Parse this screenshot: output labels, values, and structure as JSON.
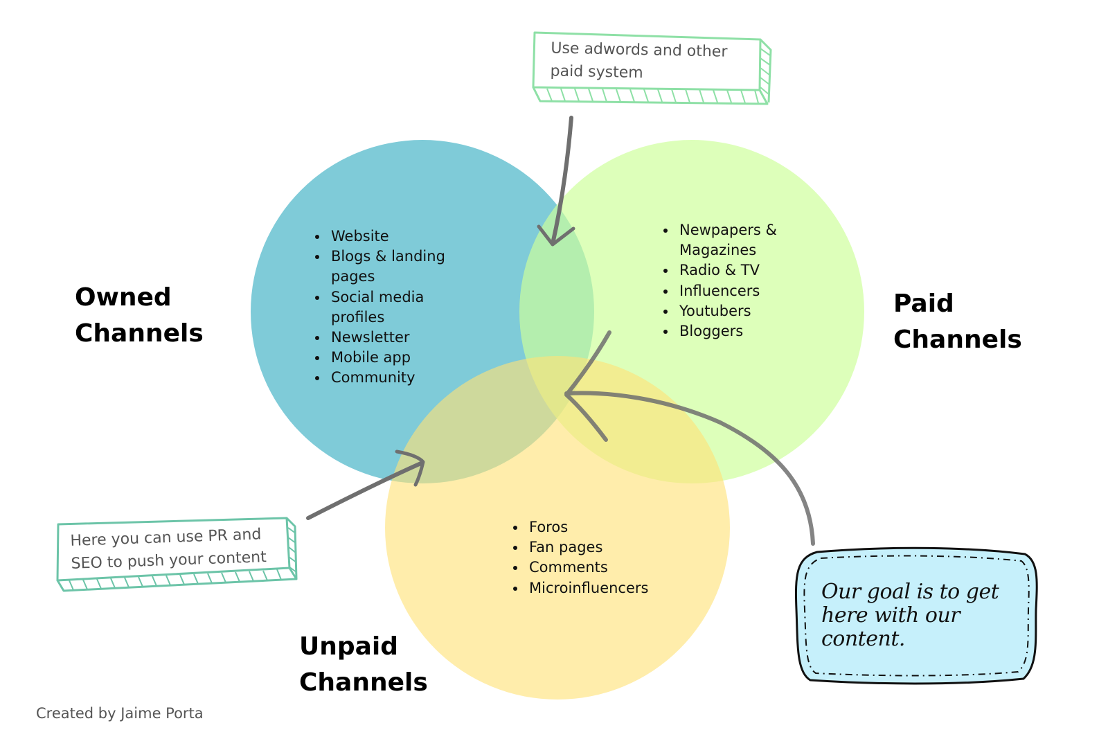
{
  "diagram": {
    "type": "venn",
    "sets": [
      {
        "id": "owned",
        "heading": [
          "Owned",
          "Channels"
        ],
        "color": "#7fcbd8",
        "items": [
          "Website",
          "Blogs & landing pages",
          "Social media profiles",
          "Newsletter",
          "Mobile app",
          "Community"
        ]
      },
      {
        "id": "paid",
        "heading": [
          "Paid",
          "Channels"
        ],
        "color": "#ddffb3",
        "items": [
          "Newpapers & Magazines",
          "Radio & TV",
          "Influencers",
          "Youtubers",
          "Bloggers"
        ]
      },
      {
        "id": "unpaid",
        "heading": [
          "Unpaid",
          "Channels"
        ],
        "color": "#ffeba8",
        "items": [
          "Foros",
          "Fan pages",
          "Comments",
          "Microinfluencers"
        ]
      }
    ]
  },
  "notes": {
    "paid_note": [
      "Use adwords and other",
      "paid system"
    ],
    "pr_note": [
      "Here you can use PR and",
      "SEO to push your content"
    ],
    "goal_note": [
      "Our goal is to get",
      "here with our",
      "content."
    ]
  },
  "colors": {
    "note_box_border": "#8ee0a6",
    "pr_box_border": "#6cc4a8",
    "goal_box_fill": "#c6f0fb",
    "arrow": "#6f6f6f"
  },
  "credit": "Created by Jaime Porta"
}
